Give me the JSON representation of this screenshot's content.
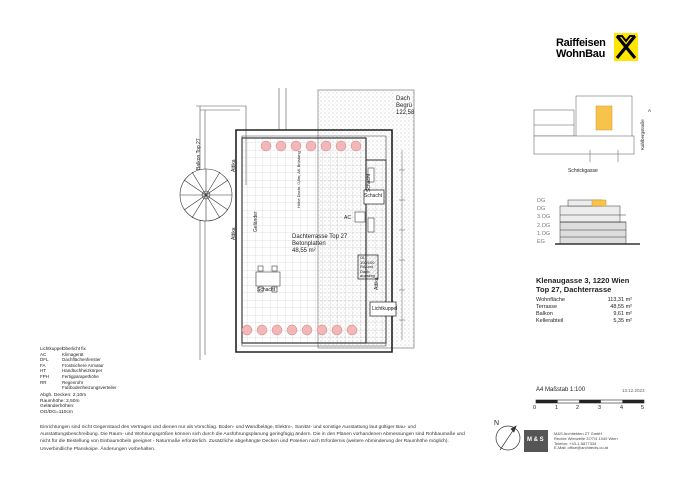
{
  "brand": {
    "name_line1": "Raiffeisen",
    "name_line2": "WohnBau",
    "colors": {
      "yellow": "#ffe600",
      "black": "#000000"
    }
  },
  "plan": {
    "roof_label": "Dachterrasse Top 27",
    "roof_material": "Betonplatten",
    "roof_area": "48,55 m²",
    "roof_right_line1": "Dach",
    "roof_right_line2": "Begrü",
    "roof_right_area": "122,58",
    "small_labels": {
      "schacht_top": "Schacht",
      "schacht_mid": "Schacht",
      "schacht_bottom": "Schacht",
      "attika_left": "Attika",
      "attika_right": "Attika",
      "attika_top": "Attika",
      "gelaender": "Geländer",
      "balkon": "Balkon Top 27",
      "ac": "AC",
      "box_note": "OL 100/100 RA und Dach-ausstieg",
      "lichtkuppel": "Lichtkuppel",
      "vertical_note": "Höhe Dachr. 0,8m; AK Brüstung"
    }
  },
  "legend": {
    "items": [
      {
        "code": "Lichtkuppel",
        "desc": "Oberlicht fix"
      },
      {
        "code": "AC",
        "desc": "Klimagerät"
      },
      {
        "code": "DFL",
        "desc": "Dachflächenfenster"
      },
      {
        "code": "FA",
        "desc": "Frostsichere Armatur"
      },
      {
        "code": "HT",
        "desc": "Handtuchheizkörper"
      },
      {
        "code": "FPH",
        "desc": "Fertigparapethöhe"
      },
      {
        "code": "RR",
        "desc": "Regenrohr"
      },
      {
        "code": "",
        "desc": "Fußbodenheizungsverteiler"
      }
    ],
    "notes": [
      "Abgh. Decken: 2,10m",
      "Raumhöhe: 2,50m",
      "Geländerhöhen:",
      "OG/DG=110cm"
    ]
  },
  "disclaimer": "Einrichtungen sind nicht Gegenstand des Vertrages und dienen nur als Vorschlag. Boden- und Wandbeläge, Elektro-, Sanitär- und sonstige Ausstattung laut gültiger Bau- und Ausstattungsbeschreibung. Die Raum- und Wohnungsgrößen können sich durch die Ausführungsplanung geringfügig ändern. Die in den Plänen vorhandenen Abmessungen sind Rohbaumaße und nicht für die Bestellung von Einbaumöbeln geeignet - Naturmaße erforderlich. Zusätzliche abgehängte Decken und Poterien nach Erfordernis (weitere Abminderung der Raumhöhe möglich). Unverbindliche Planskoipe. Änderungen vorbehalten.",
  "key_plan": {
    "street": "Schrickgasse",
    "side_street": "Kahlbergstraße",
    "top_marker": "A"
  },
  "section": {
    "floors": [
      "DG",
      "DG",
      "3.OG",
      "2.OG",
      "1.OG",
      "EG"
    ]
  },
  "unit": {
    "address": "Klenaugasse 3, 1220 Wien",
    "top": "Top 27, Dachterrasse",
    "areas": [
      {
        "label": "Wohnfläche",
        "value": "113,31 m²"
      },
      {
        "label": "Terrasse",
        "value": "48,55 m²"
      },
      {
        "label": "Balkon",
        "value": "9,61 m²"
      },
      {
        "label": "Kellerabteil",
        "value": "5,35 m²"
      }
    ]
  },
  "scale": {
    "label": "A4 Maßstab 1:100",
    "date": "13.12.2023",
    "ticks": [
      "0",
      "1",
      "2",
      "3",
      "4",
      "5"
    ]
  },
  "architect": {
    "logo": "M & S",
    "line1": "M&S Architekten ZT GmbH",
    "line2": "Rechte Wienzeile 37/7/4 1040 Wien",
    "line3": "Telefon: +43-1-5877334",
    "line4": "E-Mail: office@architects.co.at"
  },
  "north_label": "N"
}
